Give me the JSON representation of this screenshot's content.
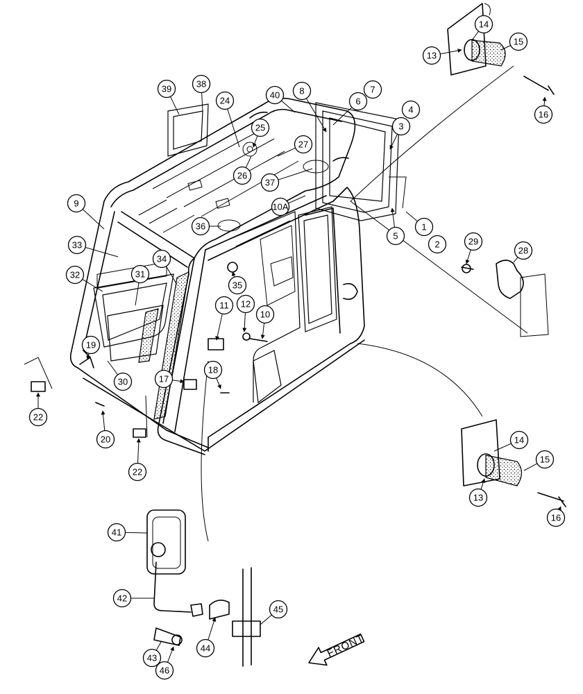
{
  "front_label": "FRONT",
  "callouts": [
    {
      "id": "c1",
      "label": "1"
    },
    {
      "id": "c2",
      "label": "2"
    },
    {
      "id": "c3",
      "label": "3"
    },
    {
      "id": "c4",
      "label": "4"
    },
    {
      "id": "c5",
      "label": "5"
    },
    {
      "id": "c6",
      "label": "6"
    },
    {
      "id": "c7",
      "label": "7"
    },
    {
      "id": "c8",
      "label": "8"
    },
    {
      "id": "c9",
      "label": "9"
    },
    {
      "id": "c10",
      "label": "10"
    },
    {
      "id": "c10a",
      "label": "10A"
    },
    {
      "id": "c11",
      "label": "11"
    },
    {
      "id": "c12",
      "label": "12"
    },
    {
      "id": "c13a",
      "label": "13"
    },
    {
      "id": "c13b",
      "label": "13"
    },
    {
      "id": "c14a",
      "label": "14"
    },
    {
      "id": "c14b",
      "label": "14"
    },
    {
      "id": "c15a",
      "label": "15"
    },
    {
      "id": "c15b",
      "label": "15"
    },
    {
      "id": "c16a",
      "label": "16"
    },
    {
      "id": "c16b",
      "label": "16"
    },
    {
      "id": "c17",
      "label": "17"
    },
    {
      "id": "c18",
      "label": "18"
    },
    {
      "id": "c19",
      "label": "19"
    },
    {
      "id": "c20",
      "label": "20"
    },
    {
      "id": "c22a",
      "label": "22"
    },
    {
      "id": "c22b",
      "label": "22"
    },
    {
      "id": "c24",
      "label": "24"
    },
    {
      "id": "c25",
      "label": "25"
    },
    {
      "id": "c26",
      "label": "26"
    },
    {
      "id": "c27",
      "label": "27"
    },
    {
      "id": "c28",
      "label": "28"
    },
    {
      "id": "c29",
      "label": "29"
    },
    {
      "id": "c30",
      "label": "30"
    },
    {
      "id": "c31",
      "label": "31"
    },
    {
      "id": "c32",
      "label": "32"
    },
    {
      "id": "c33",
      "label": "33"
    },
    {
      "id": "c34",
      "label": "34"
    },
    {
      "id": "c35",
      "label": "35"
    },
    {
      "id": "c36",
      "label": "36"
    },
    {
      "id": "c37",
      "label": "37"
    },
    {
      "id": "c38",
      "label": "38"
    },
    {
      "id": "c39",
      "label": "39"
    },
    {
      "id": "c40",
      "label": "40"
    },
    {
      "id": "c41",
      "label": "41"
    },
    {
      "id": "c42",
      "label": "42"
    },
    {
      "id": "c43",
      "label": "43"
    },
    {
      "id": "c44",
      "label": "44"
    },
    {
      "id": "c45",
      "label": "45"
    },
    {
      "id": "c46",
      "label": "46"
    }
  ]
}
